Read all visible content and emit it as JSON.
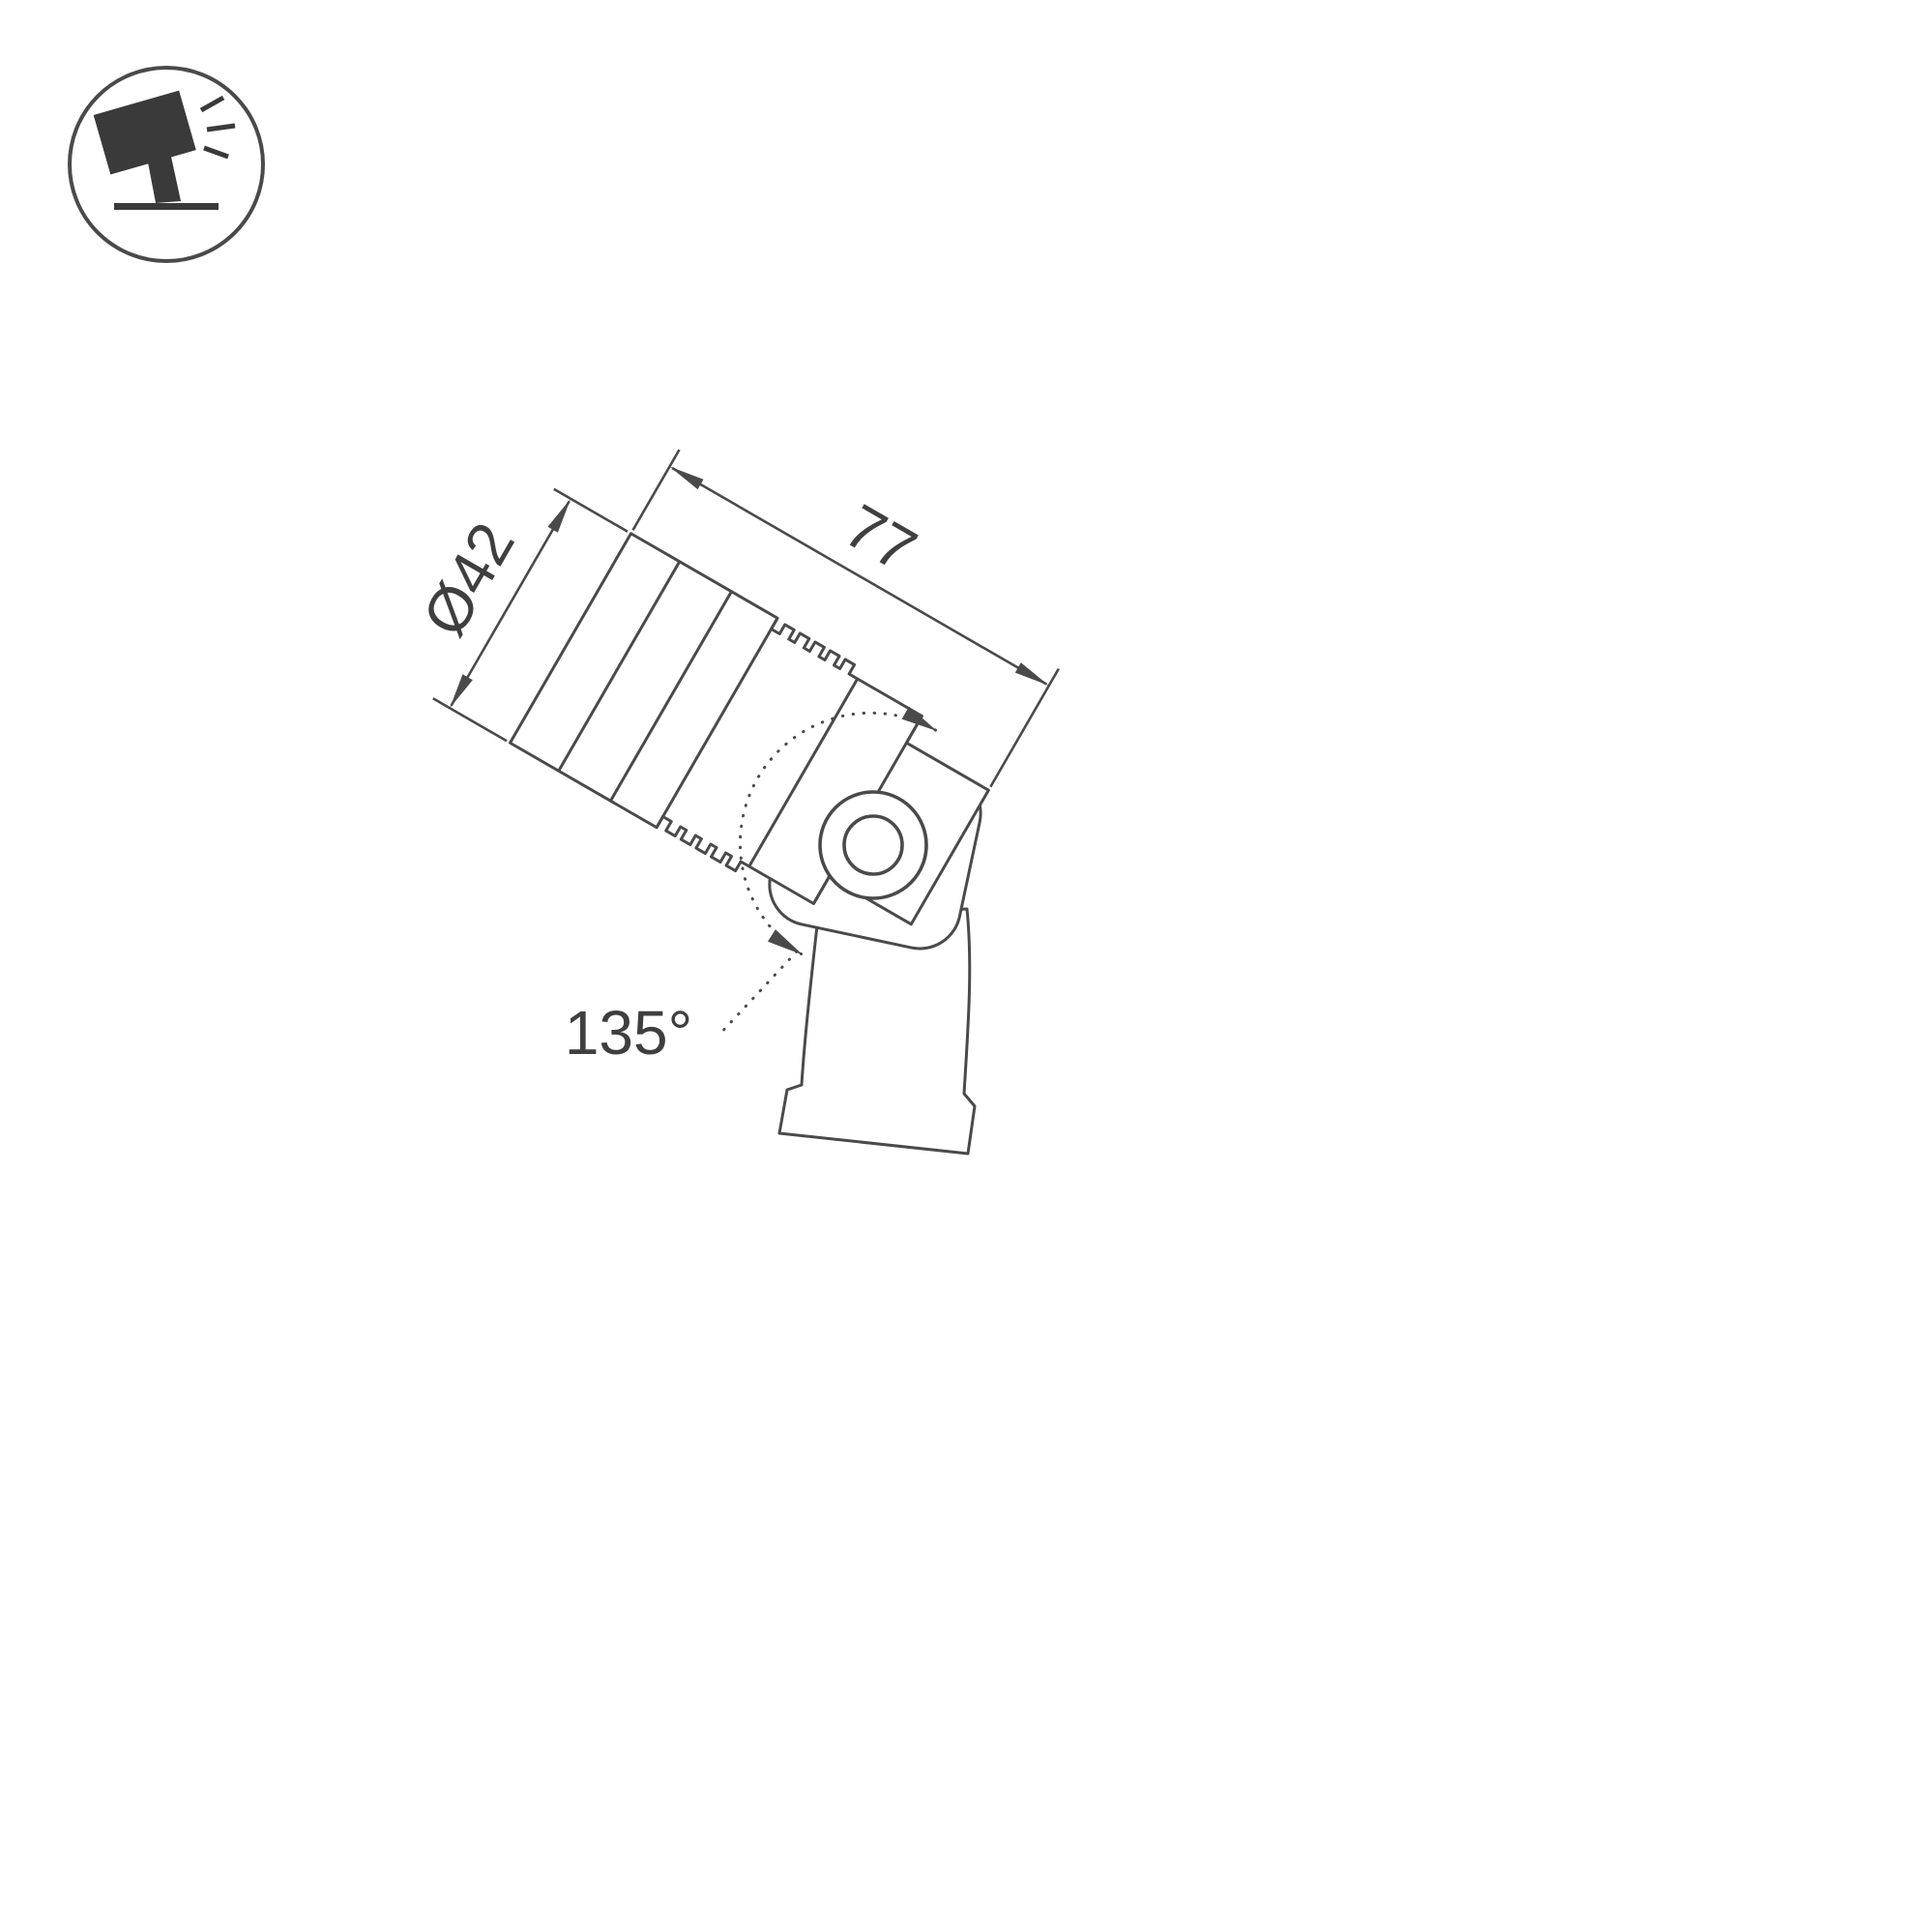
{
  "drawing": {
    "title": "adjustable-spotlight-technical-drawing",
    "background_color": "#ffffff",
    "line_color": "#4a4a4a",
    "text_color": "#3f3f3f"
  },
  "icons": {
    "badge": "tilted-spotlight-on-stand-icon"
  },
  "dimensions": {
    "diameter": {
      "label": "Ø42",
      "value": 42
    },
    "length": {
      "label": "77",
      "value": 77
    },
    "rotation_angle": {
      "label": "135°",
      "value": 135
    }
  }
}
